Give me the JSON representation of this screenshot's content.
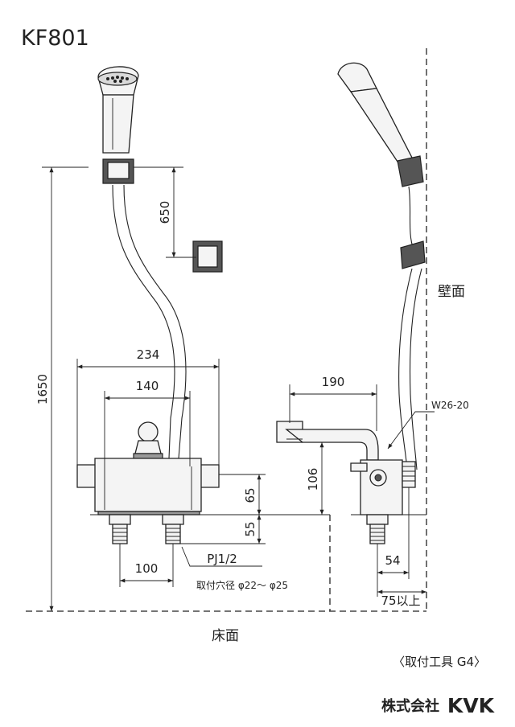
{
  "model": "KF801",
  "labels": {
    "wall": "壁面",
    "floor": "床面",
    "pipe_thread": "PJ1/2",
    "hole_diameter": "取付穴径 φ22～ φ25",
    "hose_thread": "W26-20",
    "tool": "〈取付工具 G4〉",
    "company": "株式会社",
    "brand": "KVK"
  },
  "dimensions": {
    "total_height": "1650",
    "holder_spacing": "650",
    "body_width": "234",
    "inner_width": "140",
    "body_height": "65",
    "leg_height": "55",
    "leg_spacing": "100",
    "side_depth": "190",
    "side_height": "106",
    "wall_offset": "54",
    "min_clearance": "75以上"
  },
  "colors": {
    "line": "#222222",
    "part_fill": "#f4f4f4",
    "shade": "#555555"
  }
}
